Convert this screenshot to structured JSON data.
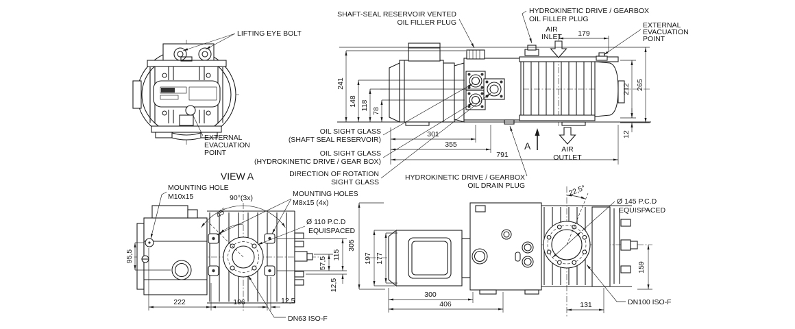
{
  "colors": {
    "ink": "#1c1c1c",
    "background": "#ffffff"
  },
  "rear_view": {
    "lifting_eye_bolt": "LIFTING EYE BOLT",
    "evac1": "EXTERNAL",
    "evac2": "EVACUATION",
    "evac3": "POINT"
  },
  "side_view": {
    "shaft_seal1": "SHAFT-SEAL RESERVOIR VENTED",
    "shaft_seal2": "OIL FILLER PLUG",
    "hydro_fill1": "HYDROKINETIC DRIVE / GEARBOX",
    "hydro_fill2": "OIL FILLER PLUG",
    "evac1": "EXTERNAL",
    "evac2": "EVACUATION",
    "evac3": "POINT",
    "air_in1": "AIR",
    "air_in2": "INLET",
    "air_out1": "AIR",
    "air_out2": "OUTLET",
    "view_marker": "A",
    "sight_shaft1": "OIL SIGHT GLASS",
    "sight_shaft2": "(SHAFT SEAL RESERVOIR)",
    "sight_hydro1": "OIL SIGHT GLASS",
    "sight_hydro2": "(HYDROKINETIC DRIVE / GEAR BOX)",
    "dir_rot1": "DIRECTION OF ROTATION",
    "dir_rot2": "SIGHT GLASS",
    "drain1": "HYDROKINETIC DRIVE / GEARBOX",
    "drain2": "OIL DRAIN PLUG",
    "dims": {
      "d179": "179",
      "d241": "241",
      "d148": "148",
      "d118": "118",
      "d78": "78",
      "d301": "301",
      "d355": "355",
      "d791": "791",
      "d212": "212",
      "d265": "265",
      "d12": "12"
    }
  },
  "view_a": {
    "title": "VIEW A",
    "mount_hole1": "MOUNTING HOLE",
    "mount_hole2": "M10x15",
    "angle90": "90°(3x)",
    "angle45": "45°",
    "mount_holes1": "MOUNTING HOLES",
    "mount_holes2": "M8x15 (4x)",
    "pcd1": "Ø 110 P.C.D",
    "pcd2": "EQUISPACED",
    "dn": "DN63 ISO-F",
    "dims": {
      "d955": "95,5",
      "d222": "222",
      "d196": "196",
      "d125h": "12,5",
      "d115": "115",
      "d575": "57,5",
      "d125v": "12,5"
    }
  },
  "side_view_b": {
    "angle225": "22,5°",
    "pcd1": "Ø 145 P.C.D",
    "pcd2": "EQUISPACED",
    "dn": "DN100 ISO-F",
    "dims": {
      "d305": "305",
      "d197": "197",
      "d177": "177",
      "d300": "300",
      "d406": "406",
      "d131": "131",
      "d159": "159"
    }
  }
}
